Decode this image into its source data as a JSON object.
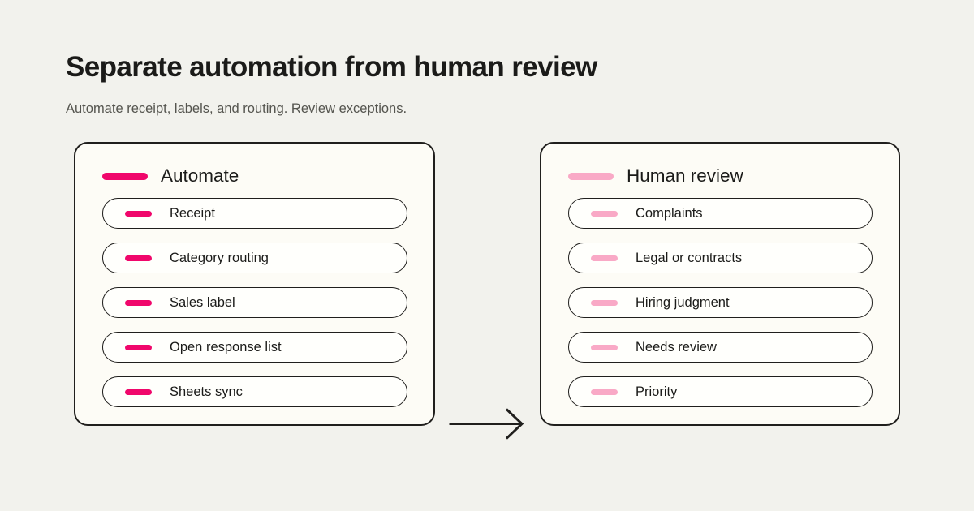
{
  "header": {
    "title": "Separate automation from human review",
    "subtitle": "Automate receipt, labels, and routing. Review exceptions."
  },
  "colors": {
    "page_background": "#F2F2ED",
    "card_background": "#FDFCF6",
    "item_background": "#FFFFFC",
    "border": "#201F1D",
    "title_text": "#1B1B19",
    "subtitle_text": "#55554F",
    "accent_automate": "#F0076B",
    "accent_review": "#F9A9C6"
  },
  "connector": {
    "icon": "arrow-right-icon",
    "direction": "left-to-right",
    "color": "#201F1D"
  },
  "columns": [
    {
      "id": "automate",
      "title": "Automate",
      "accent": "#F0076B",
      "marker_icon": "dash-marker-icon",
      "items": [
        {
          "label": "Receipt"
        },
        {
          "label": "Category routing"
        },
        {
          "label": "Sales label"
        },
        {
          "label": "Open response list"
        },
        {
          "label": "Sheets sync"
        }
      ]
    },
    {
      "id": "human-review",
      "title": "Human review",
      "accent": "#F9A9C6",
      "marker_icon": "dash-marker-icon",
      "items": [
        {
          "label": "Complaints"
        },
        {
          "label": "Legal or contracts"
        },
        {
          "label": "Hiring judgment"
        },
        {
          "label": "Needs review"
        },
        {
          "label": "Priority"
        }
      ]
    }
  ]
}
